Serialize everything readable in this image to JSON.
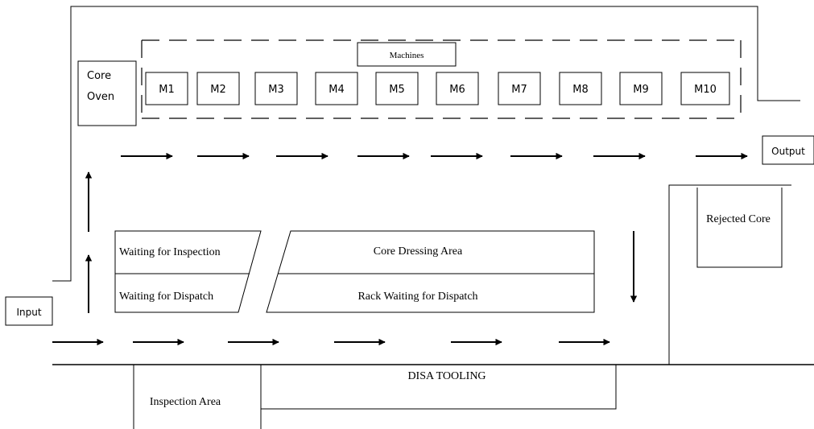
{
  "labels": {
    "machines": "Machines",
    "core_oven_line1": "Core",
    "core_oven_line2": "Oven",
    "output": "Output",
    "input": "Input",
    "rejected_core": "Rejected Core",
    "waiting_inspection": "Waiting for Inspection",
    "waiting_dispatch": "Waiting for Dispatch",
    "core_dressing": "Core Dressing Area",
    "rack_waiting": "Rack Waiting for Dispatch",
    "disa_tooling": "DISA TOOLING",
    "inspection_area": "Inspection Area"
  },
  "machines": [
    "M1",
    "M2",
    "M3",
    "M4",
    "M5",
    "M6",
    "M7",
    "M8",
    "M9",
    "M10"
  ]
}
